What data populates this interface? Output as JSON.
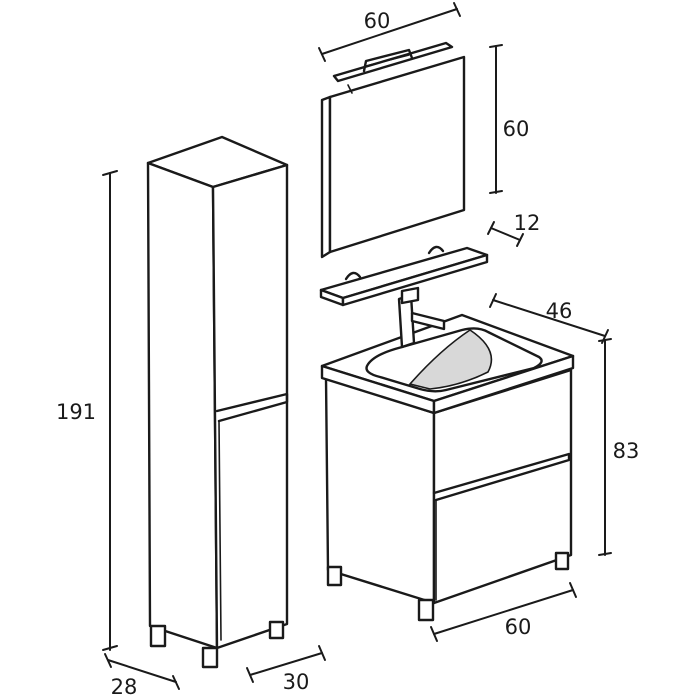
{
  "column": {
    "height": "191",
    "depth": "28",
    "width": "30"
  },
  "vanity": {
    "height": "83",
    "depth": "46",
    "width": "60"
  },
  "mirror": {
    "width": "60",
    "height": "60"
  },
  "shelf": {
    "depth": "12"
  }
}
